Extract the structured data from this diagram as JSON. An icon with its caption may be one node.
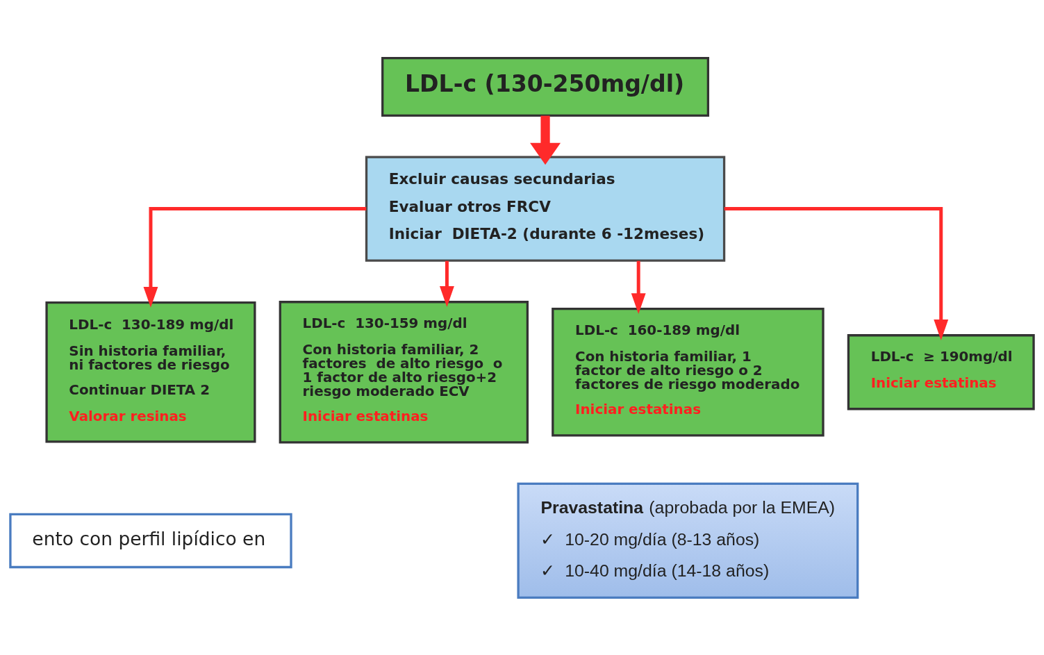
{
  "diagram": {
    "nodes": [
      {
        "text": [
          "LDL-c (130-250mg/dl)"
        ]
      },
      {
        "text": [
          "Excluir causas secundarias",
          "Evaluar otros FRCV",
          "Iniciar  DIETA-2 (durante 6 -12meses)"
        ]
      },
      {
        "text": [
          "LDL-c  130-189 mg/dl",
          "Sin historia familiar, ni factores de riesgo",
          "Continuar DIETA 2",
          "Valorar resinas"
        ]
      },
      {
        "text": [
          "LDL-c  130-159 mg/dl",
          "Con historia familiar, 2 factores  de alto riesgo  o 1 factor de alto riesgo+2 riesgo moderado ECV",
          "Iniciar estatinas"
        ]
      },
      {
        "text": [
          "LDL-c  160-189 mg/dl",
          "Con historia familiar, 1 factor de alto riesgo o 2 factores de riesgo moderado",
          "Iniciar estatinas"
        ]
      },
      {
        "text": [
          "LDL-c  ≥ 190mg/dl",
          "Iniciar estatinas"
        ]
      },
      {
        "text": [
          "ento con perfil lipídico en"
        ]
      },
      {
        "text": [
          "**Pravastatina** (aprobada por la EMEA)",
          "✓  10-20 mg/día (8-13 años)",
          "✓  10-40 mg/día (14-18 años)"
        ]
      }
    ],
    "edges": [
      {
        "from": 0,
        "to": 1,
        "arrow": "to",
        "style": "thick"
      },
      {
        "from": 1,
        "to": 2,
        "arrow": "to"
      },
      {
        "from": 1,
        "to": 3,
        "arrow": "to"
      },
      {
        "from": 1,
        "to": 4,
        "arrow": "to"
      },
      {
        "from": 1,
        "to": 5,
        "arrow": "to"
      }
    ]
  }
}
